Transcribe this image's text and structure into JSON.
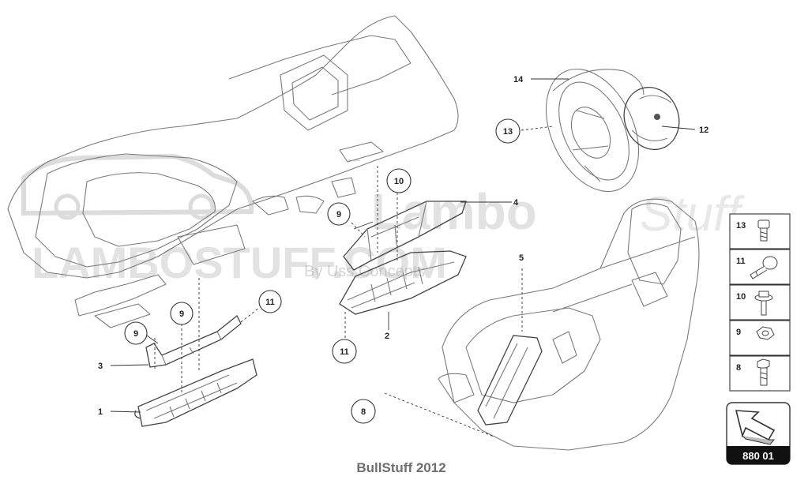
{
  "watermark": {
    "brand_lambo": "Lambo",
    "brand_stuff": "Stuff",
    "site": "LAMBOSTUFF.COM",
    "tagline": "By Uss Concepts"
  },
  "footer": {
    "copyright": "BullStuff 2012"
  },
  "page_ref": {
    "code": "880 01"
  },
  "callouts": {
    "c1": "1",
    "c2": "2",
    "c3": "3",
    "c4": "4",
    "c5": "5",
    "c8": "8",
    "c9a": "9",
    "c9b": "9",
    "c9c": "9",
    "c10": "10",
    "c11a": "11",
    "c11b": "11",
    "c12": "12",
    "c13": "13",
    "c14": "14"
  },
  "legend": {
    "items": [
      {
        "number": "13",
        "icon": "hex-socket-bolt-icon"
      },
      {
        "number": "11",
        "icon": "round-head-bolt-icon"
      },
      {
        "number": "10",
        "icon": "flange-bolt-icon"
      },
      {
        "number": "9",
        "icon": "hex-nut-icon"
      },
      {
        "number": "8",
        "icon": "hex-bolt-icon"
      }
    ]
  }
}
